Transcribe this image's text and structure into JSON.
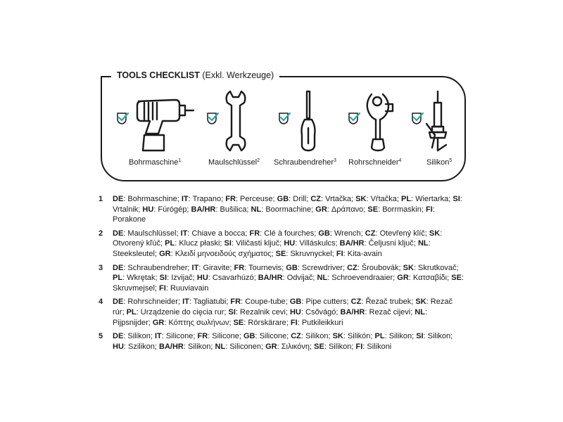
{
  "header": {
    "title_bold": "TOOLS CHECKLIST",
    "title_rest": " (Exkl. Werkzeuge)"
  },
  "colors": {
    "check_accent": "#2aa7a0",
    "ink": "#1a1a1a"
  },
  "tools": [
    {
      "icon": "drill-icon",
      "label": "Bohrmaschine",
      "sup": "1"
    },
    {
      "icon": "wrench-icon",
      "label": "Maulschlüssel",
      "sup": "2"
    },
    {
      "icon": "screwdriver-icon",
      "label": "Schraubendreher",
      "sup": "3"
    },
    {
      "icon": "pipe-cutter-icon",
      "label": "Rohrschneider",
      "sup": "4"
    },
    {
      "icon": "silicone-gun-icon",
      "label": "Silikon",
      "sup": "5"
    }
  ],
  "entries": [
    {
      "num": "1",
      "items": [
        [
          "DE",
          "Bohrmaschine"
        ],
        [
          "IT",
          "Trapano"
        ],
        [
          "FR",
          "Perceuse"
        ],
        [
          "GB",
          "Drill"
        ],
        [
          "CZ",
          "Vrtačka"
        ],
        [
          "SK",
          "Vŕtačka"
        ],
        [
          "PL",
          "Wiertarka"
        ],
        [
          "SI",
          "Vrtalnik"
        ],
        [
          "HU",
          "Fúrógép"
        ],
        [
          "BA/HR",
          "Bušilica"
        ],
        [
          "NL",
          "Boormachine"
        ],
        [
          "GR",
          "Δράπανο"
        ],
        [
          "SE",
          "Borrmaskin"
        ],
        [
          "FI",
          "Porakone"
        ]
      ]
    },
    {
      "num": "2",
      "items": [
        [
          "DE",
          "Maulschlüssel"
        ],
        [
          "IT",
          "Chiave a bocca"
        ],
        [
          "FR",
          "Clé à fourches"
        ],
        [
          "GB",
          "Wrench"
        ],
        [
          "CZ",
          "Otevřený klíč"
        ],
        [
          "SK",
          "Otvorený kľúč"
        ],
        [
          "PL",
          "Klucz płaski"
        ],
        [
          "SI",
          "Viličasti ključ"
        ],
        [
          "HU",
          "Villáskulcs"
        ],
        [
          "BA/HR",
          "Čeljusni ključ"
        ],
        [
          "NL",
          "Steeksleutel"
        ],
        [
          "GR",
          "Κλειδί μηνοειδούς σχήματος"
        ],
        [
          "SE",
          "Skruvnyckel"
        ],
        [
          "FI",
          "Kita-avain"
        ]
      ]
    },
    {
      "num": "3",
      "items": [
        [
          "DE",
          "Schraubendreher"
        ],
        [
          "IT",
          "Giravite"
        ],
        [
          "FR",
          "Tournevis"
        ],
        [
          "GB",
          "Screwdriver"
        ],
        [
          "CZ",
          "Šroubovák"
        ],
        [
          "SK",
          "Skrutkovač"
        ],
        [
          "PL",
          "Wkrętak"
        ],
        [
          "SI",
          "Izvijač"
        ],
        [
          "HU",
          "Csavarhúzó"
        ],
        [
          "BA/HR",
          "Odvijač"
        ],
        [
          "NL",
          "Schroevendraaier"
        ],
        [
          "GR",
          "Κατσαβίδι"
        ],
        [
          "SE",
          "Skruvmejsel"
        ],
        [
          "FI",
          "Ruuviavain"
        ]
      ]
    },
    {
      "num": "4",
      "items": [
        [
          "DE",
          "Rohrschneider"
        ],
        [
          "IT",
          "Tagliatubi"
        ],
        [
          "FR",
          "Coupe-tube"
        ],
        [
          "GB",
          "Pipe cutters"
        ],
        [
          "CZ",
          "Řezač trubek"
        ],
        [
          "SK",
          "Rezač rúr"
        ],
        [
          "PL",
          "Urządzenie do cięcia rur"
        ],
        [
          "SI",
          "Rezalnik cevi"
        ],
        [
          "HU",
          "Csővágó"
        ],
        [
          "BA/HR",
          "Rezač cijevi"
        ],
        [
          "NL",
          "Pijpsnijder"
        ],
        [
          "GR",
          "Κόπτης σωλήνων"
        ],
        [
          "SE",
          "Rörskärare"
        ],
        [
          "FI",
          "Putkileikkuri"
        ]
      ]
    },
    {
      "num": "5",
      "items": [
        [
          "DE",
          "Silikon"
        ],
        [
          "IT",
          "Silicone"
        ],
        [
          "FR",
          "Silicone"
        ],
        [
          "GB",
          "Silicone"
        ],
        [
          "CZ",
          "Silikon"
        ],
        [
          "SK",
          "Silikón"
        ],
        [
          "PL",
          "Silikon"
        ],
        [
          "SI",
          "Silikon"
        ],
        [
          "HU",
          "Szilikon"
        ],
        [
          "BA/HR",
          "Silikon"
        ],
        [
          "NL",
          "Siliconen"
        ],
        [
          "GR",
          "Σιλικόνη"
        ],
        [
          "SE",
          "Silikon"
        ],
        [
          "FI",
          "Silikoni"
        ]
      ]
    }
  ]
}
